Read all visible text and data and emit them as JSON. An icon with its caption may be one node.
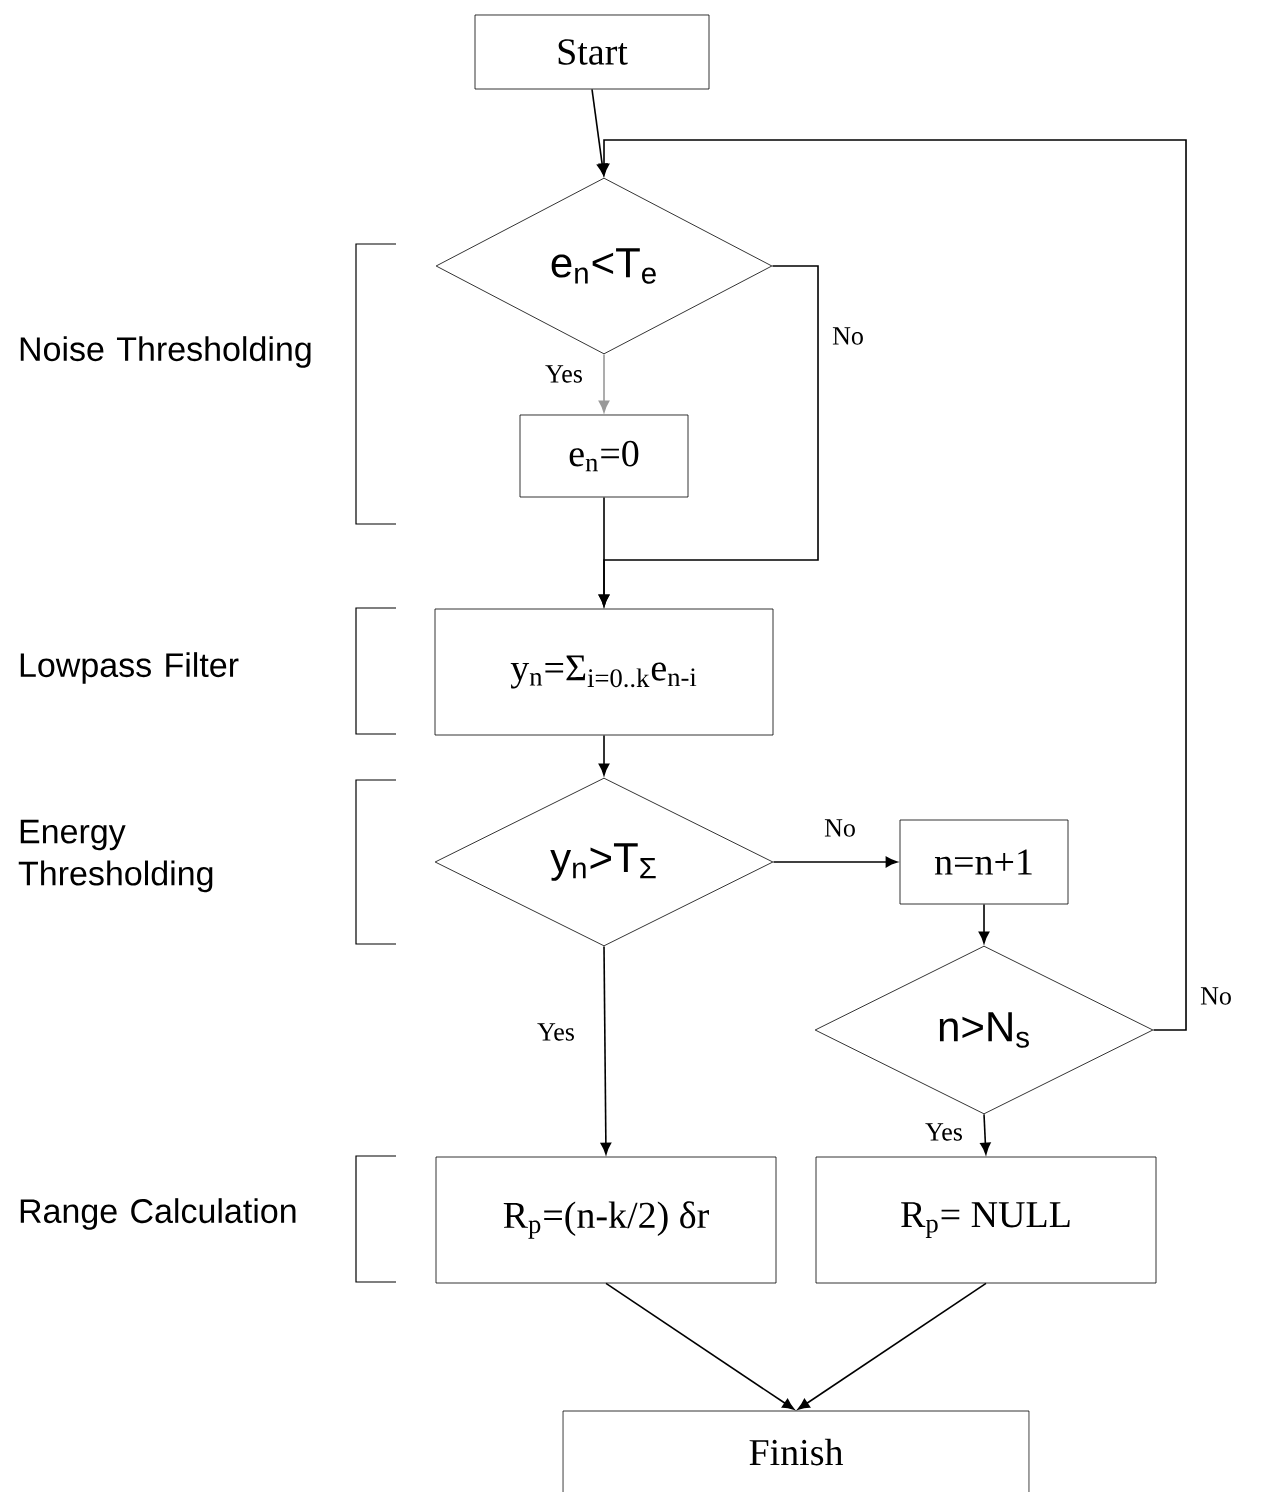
{
  "diagram": {
    "nodes": [
      {
        "text": [
          "Start"
        ]
      },
      {
        "text": [
          "e$_{n}$<T$_{e}$"
        ]
      },
      {
        "text": [
          "e$_{n}$=0"
        ]
      },
      {
        "text": [
          "y$_{n}$=Σ$_{i=0..k}$e$_{n-i}$"
        ]
      },
      {
        "text": [
          "y$_{n}$>T$_{Σ}$"
        ]
      },
      {
        "text": [
          "n=n+1"
        ]
      },
      {
        "text": [
          "n>N$_{s}$"
        ]
      },
      {
        "text": [
          "R$_{p}$=(n-k/2) δr"
        ]
      },
      {
        "text": [
          "R$_{p}$= NULL"
        ]
      },
      {
        "text": [
          "Finish"
        ]
      }
    ],
    "edges": [
      {
        "from": 0,
        "to": 1,
        "arrow": "to"
      },
      {
        "from": 1,
        "to": 2,
        "arrow": "to",
        "label": "Yes",
        "color": "#999999"
      },
      {
        "from": 1,
        "to": 3,
        "arrow": "to",
        "label": "No"
      },
      {
        "from": 2,
        "to": 3,
        "arrow": "to"
      },
      {
        "from": 3,
        "to": 4,
        "arrow": "to"
      },
      {
        "from": 4,
        "to": 5,
        "arrow": "to",
        "label": "No"
      },
      {
        "from": 4,
        "to": 7,
        "arrow": "to",
        "label": "Yes"
      },
      {
        "from": 5,
        "to": 6,
        "arrow": "to"
      },
      {
        "from": 6,
        "to": 8,
        "arrow": "to",
        "label": "Yes"
      },
      {
        "from": 6,
        "to": 1,
        "arrow": "to",
        "label": "No"
      },
      {
        "from": 7,
        "to": 9,
        "arrow": "to"
      },
      {
        "from": 8,
        "to": 9,
        "arrow": "to"
      }
    ],
    "labels": [
      "Noise Thresholding",
      "Lowpass Filter",
      "Energy Thresholding",
      "Range Calculation"
    ]
  }
}
